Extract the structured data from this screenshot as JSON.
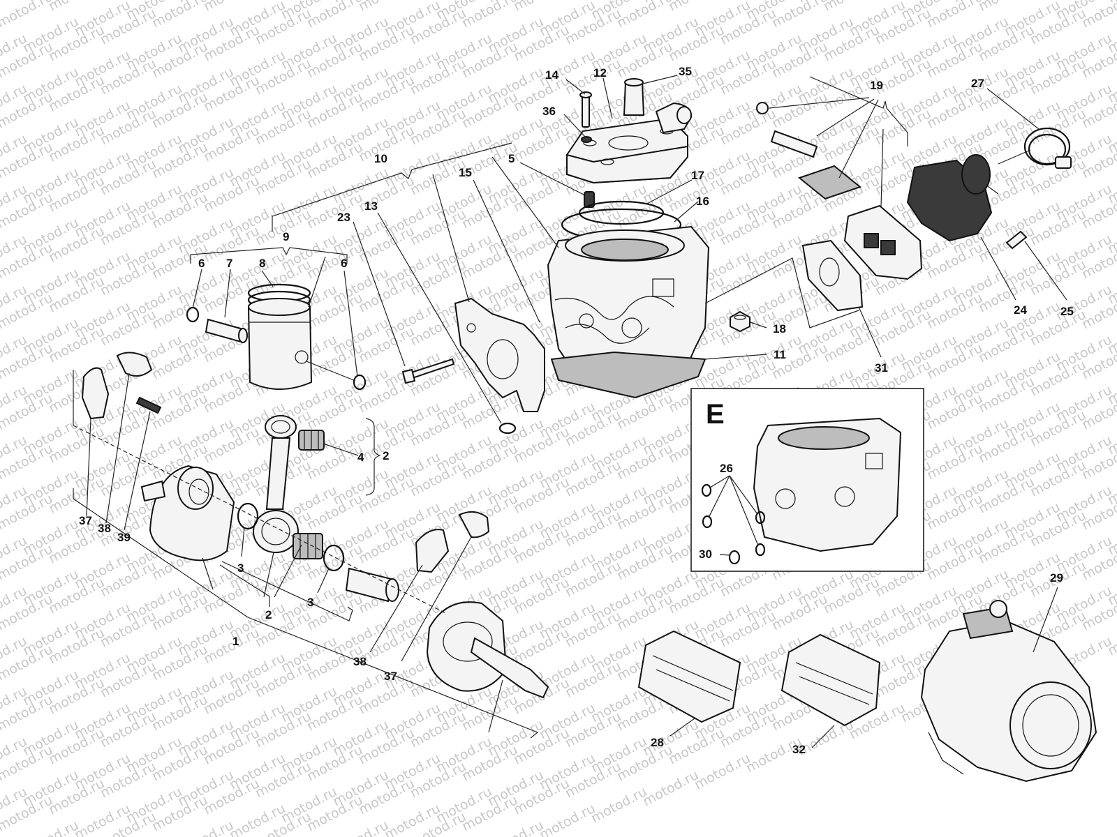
{
  "watermark": "motod.ru",
  "inset_letter": "E",
  "callouts": [
    {
      "id": "c1",
      "text": "1"
    },
    {
      "id": "c2a",
      "text": "2"
    },
    {
      "id": "c2b",
      "text": "2"
    },
    {
      "id": "c3a",
      "text": "3"
    },
    {
      "id": "c3b",
      "text": "3"
    },
    {
      "id": "c4",
      "text": "4"
    },
    {
      "id": "c5",
      "text": "5"
    },
    {
      "id": "c6a",
      "text": "6"
    },
    {
      "id": "c6b",
      "text": "6"
    },
    {
      "id": "c7",
      "text": "7"
    },
    {
      "id": "c8",
      "text": "8"
    },
    {
      "id": "c9",
      "text": "9"
    },
    {
      "id": "c10",
      "text": "10"
    },
    {
      "id": "c11",
      "text": "11"
    },
    {
      "id": "c12",
      "text": "12"
    },
    {
      "id": "c13",
      "text": "13"
    },
    {
      "id": "c14",
      "text": "14"
    },
    {
      "id": "c15",
      "text": "15"
    },
    {
      "id": "c16",
      "text": "16"
    },
    {
      "id": "c17",
      "text": "17"
    },
    {
      "id": "c18",
      "text": "18"
    },
    {
      "id": "c19",
      "text": "19"
    },
    {
      "id": "c23",
      "text": "23"
    },
    {
      "id": "c24",
      "text": "24"
    },
    {
      "id": "c25",
      "text": "25"
    },
    {
      "id": "c26",
      "text": "26"
    },
    {
      "id": "c27",
      "text": "27"
    },
    {
      "id": "c28",
      "text": "28"
    },
    {
      "id": "c29",
      "text": "29"
    },
    {
      "id": "c30",
      "text": "30"
    },
    {
      "id": "c31",
      "text": "31"
    },
    {
      "id": "c32",
      "text": "32"
    },
    {
      "id": "c35",
      "text": "35"
    },
    {
      "id": "c36",
      "text": "36"
    },
    {
      "id": "c37a",
      "text": "37"
    },
    {
      "id": "c37b",
      "text": "37"
    },
    {
      "id": "c38a",
      "text": "38"
    },
    {
      "id": "c38b",
      "text": "38"
    },
    {
      "id": "c39",
      "text": "39"
    }
  ]
}
